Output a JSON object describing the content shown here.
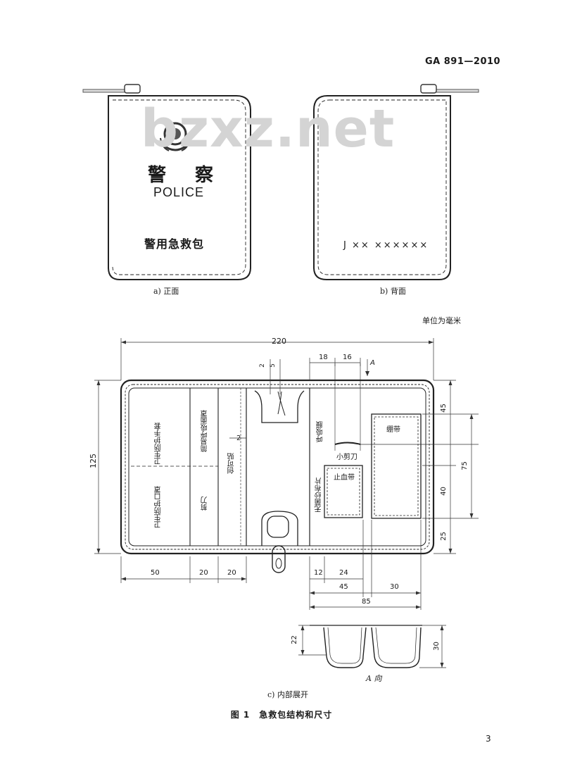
{
  "header": {
    "standard_code": "GA 891—2010"
  },
  "watermark": "bzxz.net",
  "front_cover": {
    "title": "警 察",
    "police": "POLICE",
    "subtitle": "警用急救包",
    "caption": "a) 正面"
  },
  "back_cover": {
    "serial": "J ×× ××××××",
    "caption": "b) 背面"
  },
  "unit_note": "单位为毫米",
  "interior": {
    "caption": "c) 内部展开",
    "left_labels": {
      "pocket_a_top": "卫生防护手套",
      "pocket_a_bottom": "卫生防护口罩",
      "pocket_b_top": "简易呼吸面罩",
      "pocket_b_bottom": "剪刀",
      "pocket_c": "创可贴"
    },
    "right_labels": {
      "breath": "呼吸膜",
      "scissors": "小剪刀",
      "tourniquet": "止血带",
      "bandage": "绷带",
      "gauze": "无菌纱布片"
    },
    "dimensions": {
      "total_width": "220",
      "total_height": "125",
      "d18": "18",
      "d16": "16",
      "d2_top": "2",
      "d5": "5",
      "d2_side": "2",
      "d45_top": "45",
      "d75": "75",
      "d40": "40",
      "d25": "25",
      "d50": "50",
      "d20a": "20",
      "d20b": "20",
      "d12": "12",
      "d24": "24",
      "d45_bottom": "45",
      "d30_bottom": "30",
      "d85": "85",
      "view_arrow": "A"
    }
  },
  "a_view": {
    "caption": "A 向",
    "d22": "22",
    "d30": "30"
  },
  "figure_title": "图 1　急救包结构和尺寸",
  "page_number": "3"
}
